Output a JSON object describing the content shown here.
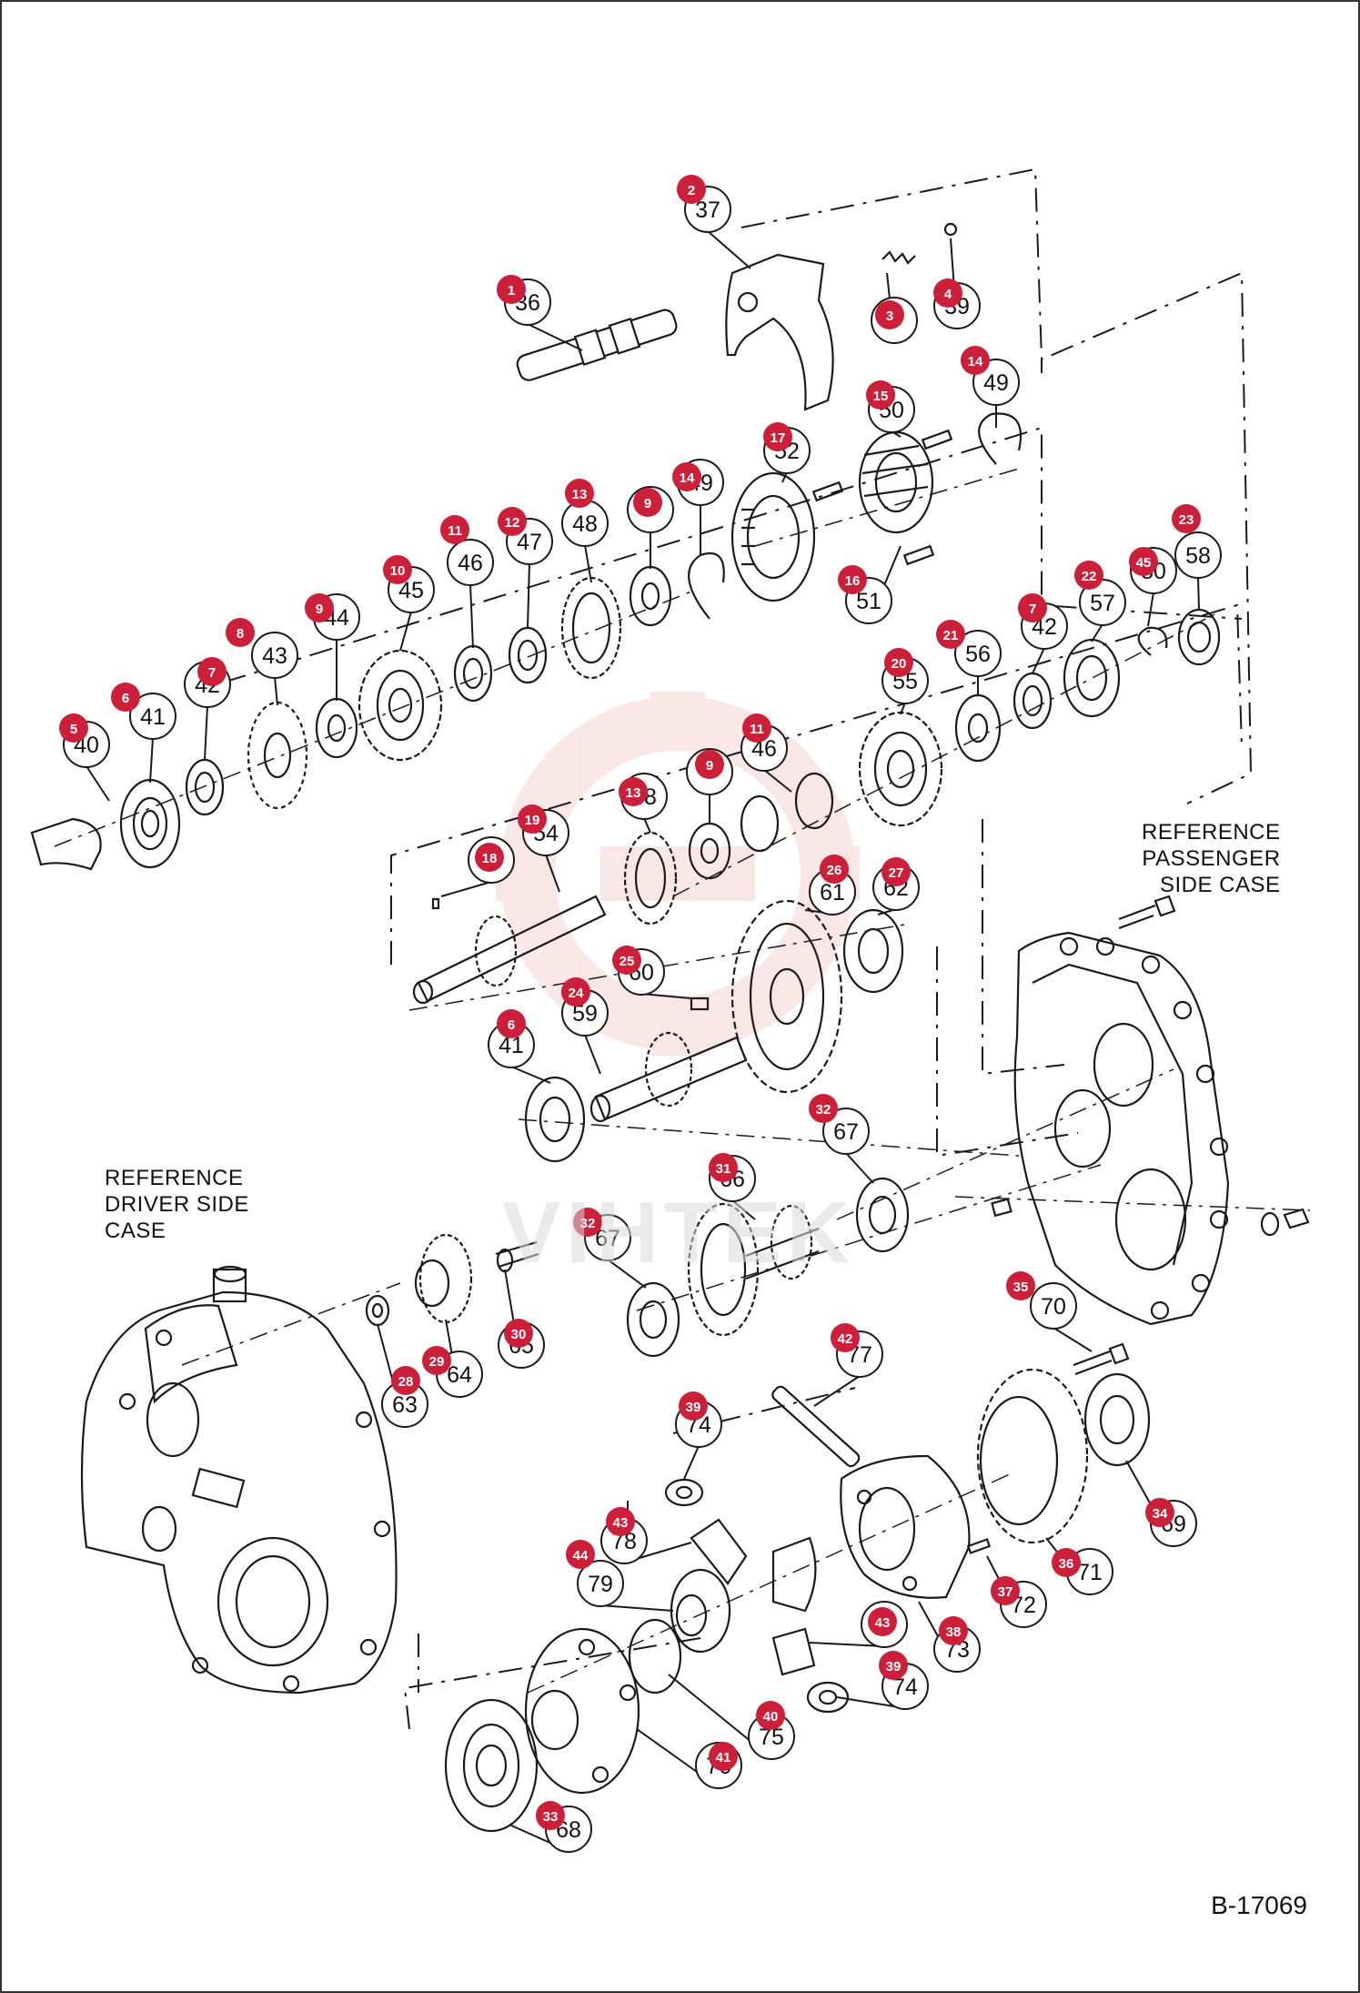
{
  "figure_id": "B-17069",
  "watermark": "VIHTEK",
  "reference_driver": [
    "REFERENCE",
    "DRIVER SIDE",
    "CASE"
  ],
  "reference_passenger": [
    "REFERENCE",
    "PASSENGER",
    "SIDE CASE"
  ],
  "colors": {
    "badge": "#cc1f3a",
    "line": "#1a1a1a",
    "logo": "#f3c9c9"
  },
  "callouts": [
    {
      "badge": "1",
      "part": "36"
    },
    {
      "badge": "2",
      "part": "37"
    },
    {
      "badge": "3",
      "part": ""
    },
    {
      "badge": "4",
      "part": "39"
    },
    {
      "badge": "14",
      "part": "49"
    },
    {
      "badge": "15",
      "part": "50"
    },
    {
      "badge": "17",
      "part": "52"
    },
    {
      "badge": "14",
      "part": "49"
    },
    {
      "badge": "9",
      "part": ""
    },
    {
      "badge": "13",
      "part": "48"
    },
    {
      "badge": "12",
      "part": "47"
    },
    {
      "badge": "11",
      "part": "46"
    },
    {
      "badge": "10",
      "part": "45"
    },
    {
      "badge": "9",
      "part": "44"
    },
    {
      "badge": "8",
      "part": "43"
    },
    {
      "badge": "7",
      "part": "42"
    },
    {
      "badge": "6",
      "part": "41"
    },
    {
      "badge": "5",
      "part": "40"
    },
    {
      "badge": "16",
      "part": "51"
    },
    {
      "badge": "23",
      "part": "58"
    },
    {
      "badge": "45",
      "part": "80"
    },
    {
      "badge": "22",
      "part": "57"
    },
    {
      "badge": "7",
      "part": "42"
    },
    {
      "badge": "21",
      "part": "56"
    },
    {
      "badge": "20",
      "part": "55"
    },
    {
      "badge": "11",
      "part": "46"
    },
    {
      "badge": "9",
      "part": ""
    },
    {
      "badge": "13",
      "part": "48"
    },
    {
      "badge": "19",
      "part": "54"
    },
    {
      "badge": "18",
      "part": ""
    },
    {
      "badge": "26",
      "part": "61"
    },
    {
      "badge": "27",
      "part": "62"
    },
    {
      "badge": "25",
      "part": "60"
    },
    {
      "badge": "24",
      "part": "59"
    },
    {
      "badge": "6",
      "part": "41"
    },
    {
      "badge": "32",
      "part": "67"
    },
    {
      "badge": "31",
      "part": "66"
    },
    {
      "badge": "32",
      "part": "67"
    },
    {
      "badge": "30",
      "part": "65"
    },
    {
      "badge": "29",
      "part": "64"
    },
    {
      "badge": "28",
      "part": "63"
    },
    {
      "badge": "35",
      "part": "70"
    },
    {
      "badge": "42",
      "part": "77"
    },
    {
      "badge": "39",
      "part": "74"
    },
    {
      "badge": "34",
      "part": "69"
    },
    {
      "badge": "36",
      "part": "71"
    },
    {
      "badge": "37",
      "part": "72"
    },
    {
      "badge": "38",
      "part": "73"
    },
    {
      "badge": "43",
      "part": "78"
    },
    {
      "badge": "44",
      "part": "79"
    },
    {
      "badge": "43",
      "part": ""
    },
    {
      "badge": "39",
      "part": "74"
    },
    {
      "badge": "40",
      "part": "75"
    },
    {
      "badge": "41",
      "part": "76"
    },
    {
      "badge": "33",
      "part": "68"
    }
  ]
}
